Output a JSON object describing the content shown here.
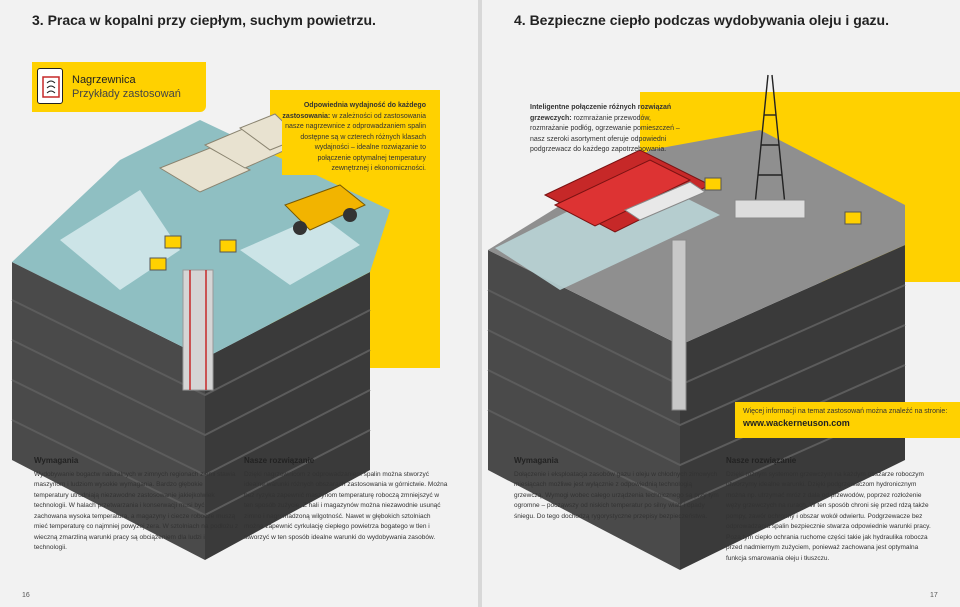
{
  "left_page": {
    "heading": "3. Praca w kopalni przy ciepłym, suchym powietrzu.",
    "tag": {
      "title": "Nagrzewnica",
      "subtitle": "Przykłady zastosowań"
    },
    "callout": {
      "strong": "Odpowiednia wydajność do każdego zastosowania:",
      "text": " w zależności od zastosowania nasze nagrzewnice z odprowadzaniem spalin dostępne są w czterech różnych klasach wydajności – idealne rozwiązanie to połączenie optymalnej temperatury zewnętrznej i ekonomiczności."
    },
    "requirements": {
      "title": "Wymagania",
      "text": "Wydobywanie bogactw naturalnych w zimnych regionach ziemi stawia maszynom i ludziom wysokie wymagania. Bardzo głębokie temperatury utrudniają niezawodne zastosowanie jakiejkolwiek technologii. W halach przetwarzania i konserwacji musi być zachowana wysoka temperatura, a magazyny i ciecze robocze muszą mieć temperaturę co najmniej powyżej zera. W sztolniach na podłożu z wieczną zmarzliną warunki pracy są obciążeniem dla ludzi i technologii."
    },
    "solution": {
      "title": "Nasze rozwiązanie",
      "text": "Dzięki nagrzewnicom z odprowadzaniem spalin można stworzyć idealne warunki różnych obszarach zastosowania w górnictwie. Można bez ryzyka zapewnić maszynom temperaturę roboczą zmniejszyć w ten sposób zużycie. Z hali i magazynów można niezawodnie usunąć zimno i nagromadzoną wilgotność. Nawet w głębokich sztolniach można zapewnić cyrkulację ciepłego powietrza bogatego w tlen i stworzyć w ten sposób idealne warunki do wydobywania zasobów."
    },
    "page_number": "16"
  },
  "right_page": {
    "heading": "4. Bezpieczne ciepło podczas wydobywania oleju i gazu.",
    "callout": {
      "strong": "Inteligentne połączenie różnych rozwiązań grzewczych:",
      "text": " rozmrażanie przewodów, rozmrażanie podłóg, ogrzewanie pomieszczeń – nasz szeroki asortyment oferuje odpowiedni podgrzewacz do każdego zapotrzebowania."
    },
    "link": {
      "lead": "Więcej informacji na temat zastosowań można znaleźć na stronie:",
      "url": "www.wackerneuson.com"
    },
    "requirements": {
      "title": "Wymagania",
      "text": "Dołączenie i eksploatacja zasobów gazu i oleju w chłodnych zimowych miesiącach możliwe jest wyłącznie z odpowiednią technologią grzewczą. Wymogi wobec całego urządzenia technicznego są przy tym ogromne – począwszy od niskich temperatur po silny wiatr i opady śniegu. Do tego dochodzą rygorystyczne przepisy bezpieczeństwa."
    },
    "solution": {
      "title": "Nasze rozwiązanie",
      "text": "Dzięki różnym systemom grzewczym na każdym obszarze roboczym utworzymy idealne warunki. Dzięki podgrzewaczom hydronicznym można np. utrzymać mróz z dala od przewodów, poprzez rozłożenie węży grzewczych na rurach. W ten sposób chroni się przed rdzą także pompy, zawór ochronny i obszar wokół odwiertu. Podgrzewacze bez odprowadzania spalin bezpiecznie stwarza odpowiednie warunki pracy. Poza tym ciepło ochrania ruchome części takie jak hydraulika robocza przed nadmiernym zużyciem, ponieważ zachowana jest optymalna funkcja smarowania oleju i tłuszczu."
    },
    "page_number": "17"
  },
  "colors": {
    "accent": "#ffd100",
    "ground_dark": "#3e3e3e",
    "ice": "#8fbfc2",
    "pipe": "#c8c8c8"
  }
}
